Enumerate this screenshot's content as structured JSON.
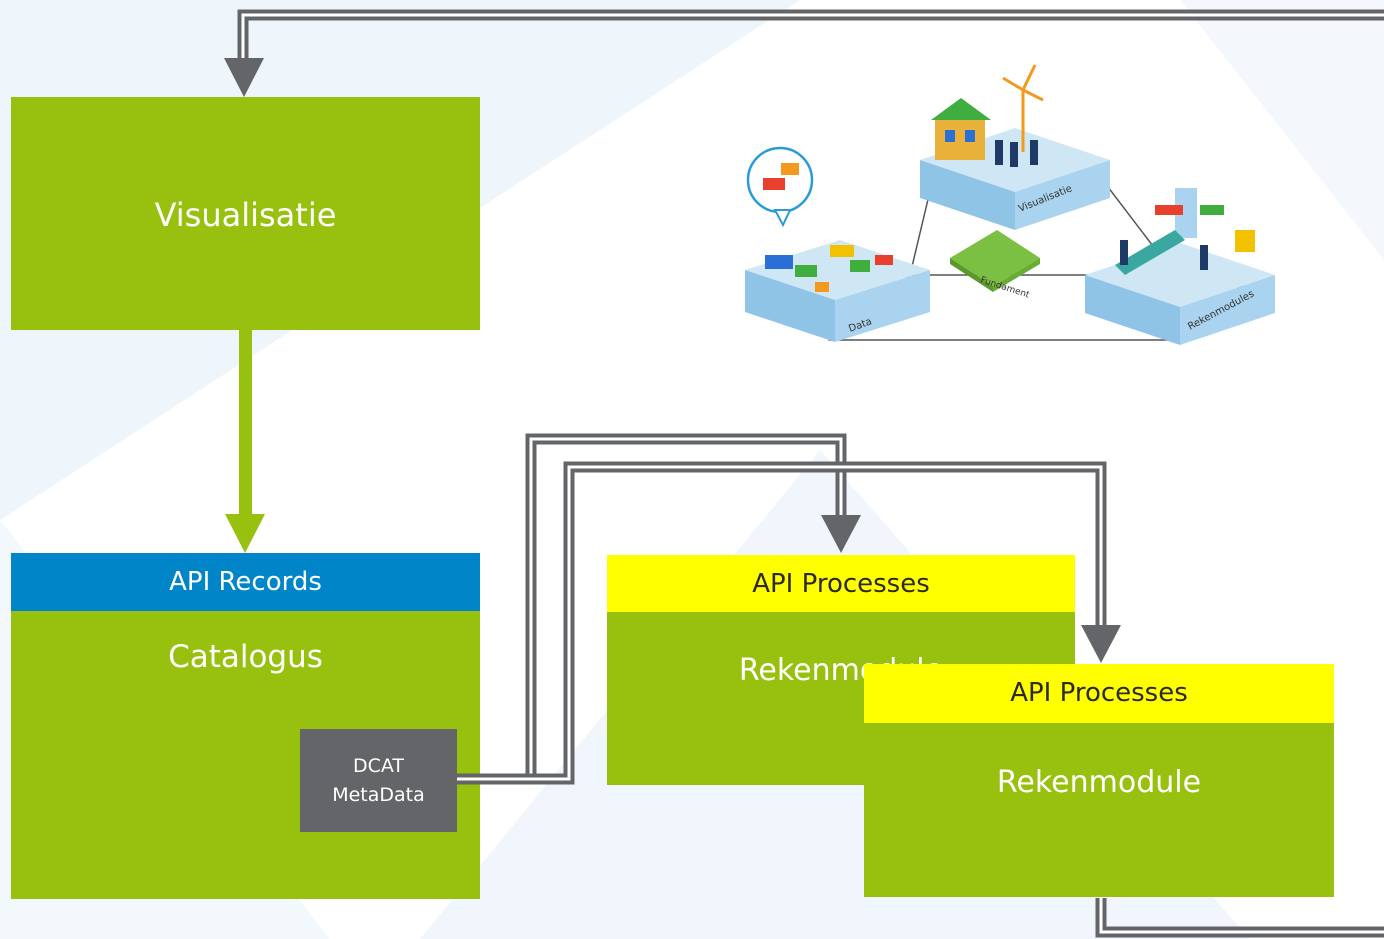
{
  "boxes": {
    "visualisatie": {
      "label": "Visualisatie"
    },
    "catalogus": {
      "header": "API Records",
      "label": "Catalogus"
    },
    "rekenmodule_back": {
      "header": "API Processes",
      "label": "Rekenmodule"
    },
    "rekenmodule_front": {
      "header": "API Processes",
      "label": "Rekenmodule"
    }
  },
  "dcat": {
    "line1": "DCAT",
    "line2": "MetaData"
  },
  "illustration": {
    "labels": [
      "Data",
      "Visualisatie",
      "Fundament",
      "Rekenmodules"
    ]
  },
  "colors": {
    "box_green": "#98c00f",
    "records_blue": "#0086c8",
    "processes_yellow": "#ffff00",
    "connector_grey": "#636569",
    "arrow_green": "#98c00f"
  }
}
